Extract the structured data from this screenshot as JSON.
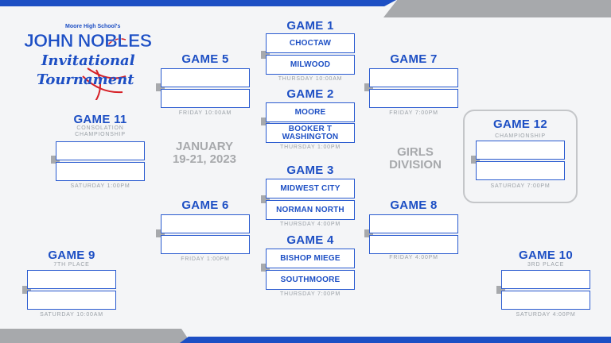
{
  "logo": {
    "school": "Moore High School's",
    "name": "JOHN NOBLES",
    "line2": "Invitational",
    "line3": "Tournament"
  },
  "center": {
    "date": "JANUARY 19-21, 2023",
    "division": "GIRLS DIVISION"
  },
  "games": [
    {
      "id": "g1",
      "title": "GAME 1",
      "teams": [
        "CHOCTAW",
        "MILWOOD"
      ],
      "time": "THURSDAY 10:00AM"
    },
    {
      "id": "g2",
      "title": "GAME 2",
      "teams": [
        "MOORE",
        "BOOKER T WASHINGTON"
      ],
      "time": "THURSDAY 1:00PM"
    },
    {
      "id": "g3",
      "title": "GAME 3",
      "teams": [
        "MIDWEST CITY",
        "NORMAN NORTH"
      ],
      "time": "THURSDAY 4:00PM"
    },
    {
      "id": "g4",
      "title": "GAME 4",
      "teams": [
        "BISHOP MIEGE",
        "SOUTHMOORE"
      ],
      "time": "THURSDAY 7:00PM"
    },
    {
      "id": "g5",
      "title": "GAME 5",
      "teams": [
        "",
        ""
      ],
      "time": "FRIDAY 10:00AM"
    },
    {
      "id": "g6",
      "title": "GAME 6",
      "teams": [
        "",
        ""
      ],
      "time": "FRIDAY 1:00PM"
    },
    {
      "id": "g7",
      "title": "GAME 7",
      "teams": [
        "",
        ""
      ],
      "time": "FRIDAY 7:00PM"
    },
    {
      "id": "g8",
      "title": "GAME 8",
      "teams": [
        "",
        ""
      ],
      "time": "FRIDAY 4:00PM"
    },
    {
      "id": "g9",
      "title": "GAME 9",
      "subtitle": "7TH PLACE",
      "teams": [
        "",
        ""
      ],
      "time": "SATURDAY 10:00AM"
    },
    {
      "id": "g10",
      "title": "GAME 10",
      "subtitle": "3RD PLACE",
      "teams": [
        "",
        ""
      ],
      "time": "SATURDAY 4:00PM"
    },
    {
      "id": "g11",
      "title": "GAME 11",
      "subtitle": "CONSOLATION CHAMPIONSHIP",
      "teams": [
        "",
        ""
      ],
      "time": "SATURDAY 1:00PM"
    },
    {
      "id": "g12",
      "title": "GAME 12",
      "subtitle": "CHAMPIONSHIP",
      "teams": [
        "",
        ""
      ],
      "time": "SATURDAY 7:00PM"
    }
  ],
  "colors": {
    "accent": "#1d4fc4",
    "logo_red": "#d62027",
    "marker_gray": "#a7a9ac"
  }
}
